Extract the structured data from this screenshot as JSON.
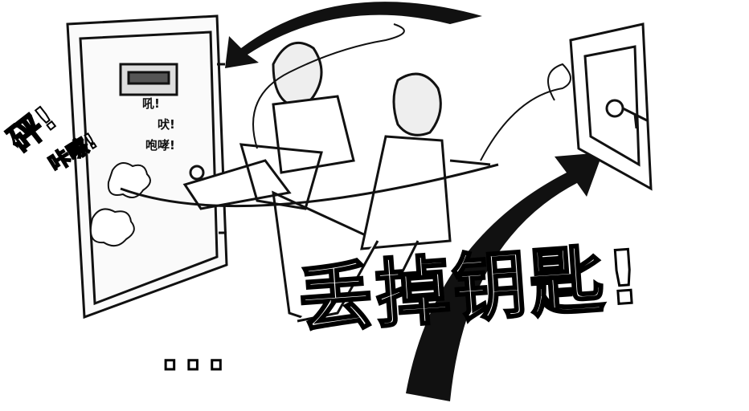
{
  "sfx": {
    "roar": "吼!",
    "bark": "吠!",
    "howl": "咆哮!",
    "bang": "砰!",
    "thud": "咔嚓!"
  },
  "caption": {
    "dots": "...",
    "text": "丢掉钥匙!"
  }
}
